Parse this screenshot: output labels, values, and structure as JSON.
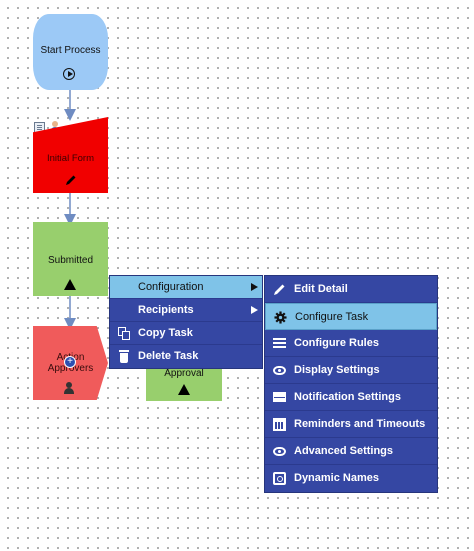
{
  "workflow": {
    "start": {
      "label": "Start Process",
      "icon": "play-circle-icon"
    },
    "initial_form": {
      "label": "Initial Form",
      "icon": "pencil-icon",
      "color": "#f10000"
    },
    "submitted": {
      "label": "Submitted",
      "icon": "triangle-icon",
      "color": "#98cf6d"
    },
    "action_approvers": {
      "label": "Action Approvers",
      "label_line1": "Action",
      "label_line2": "Approvers",
      "icon": "user-icon",
      "color": "#f05b5b"
    },
    "approval": {
      "label": "Approval",
      "color": "#98cf6d"
    }
  },
  "context_menu": {
    "items": [
      {
        "label": "Configuration",
        "has_submenu": true,
        "active": true
      },
      {
        "label": "Recipients",
        "has_submenu": true
      },
      {
        "label": "Copy Task",
        "icon": "copy-icon"
      },
      {
        "label": "Delete Task",
        "icon": "trash-icon"
      }
    ]
  },
  "submenu": {
    "items": [
      {
        "label": "Edit Detail",
        "icon": "pencil-icon"
      },
      {
        "label": "Configure Task",
        "icon": "gear-icon",
        "active": true
      },
      {
        "label": "Configure Rules",
        "icon": "list-icon"
      },
      {
        "label": "Display Settings",
        "icon": "eye-icon"
      },
      {
        "label": "Notification Settings",
        "icon": "envelope-icon"
      },
      {
        "label": "Reminders and Timeouts",
        "icon": "calendar-icon"
      },
      {
        "label": "Advanced Settings",
        "icon": "eye-icon"
      },
      {
        "label": "Dynamic Names",
        "icon": "search-icon"
      }
    ]
  },
  "colors": {
    "menu_bg": "#3547a3",
    "menu_active": "#7fc3e8",
    "connector": "#6f8cc2",
    "start_node": "#9cc9f6"
  }
}
